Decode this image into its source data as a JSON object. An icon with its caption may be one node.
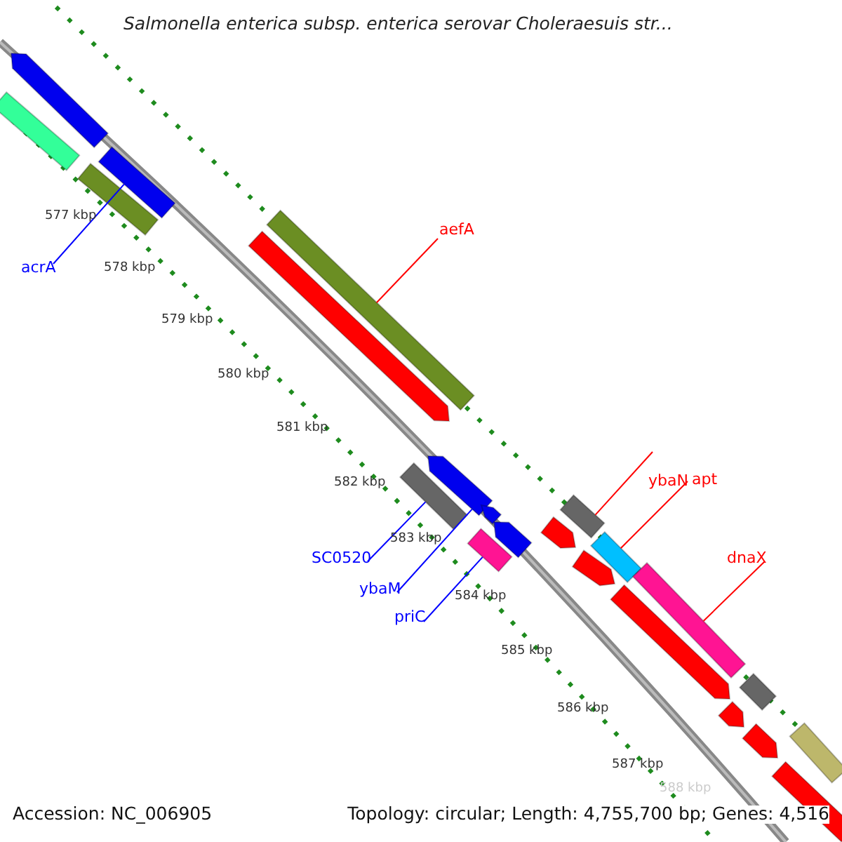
{
  "diagram": {
    "title": "Salmonella enterica subsp. enterica serovar Choleraesuis str...",
    "nodes": [
      {
        "text": [
          "acrA"
        ]
      },
      {
        "text": [
          "aefA"
        ]
      },
      {
        "text": [
          "ybaN"
        ]
      },
      {
        "text": [
          "apt"
        ]
      },
      {
        "text": [
          "dnaX"
        ]
      },
      {
        "text": [
          "SC0520"
        ]
      },
      {
        "text": [
          "ybaM"
        ]
      },
      {
        "text": [
          "priC"
        ]
      },
      {
        "text": [],
        "shape": "bar"
      },
      {
        "text": [],
        "shape": "bar"
      },
      {
        "text": [],
        "shape": "bar"
      },
      {
        "text": [],
        "shape": "bar"
      },
      {
        "text": [],
        "shape": "bar"
      },
      {
        "text": [],
        "shape": "bar"
      },
      {
        "text": [],
        "shape": "bar"
      },
      {
        "text": [],
        "shape": "bar"
      },
      {
        "text": [],
        "shape": "bar"
      },
      {
        "text": [],
        "shape": "bar"
      },
      {
        "text": [],
        "shape": "bar"
      },
      {
        "text": [],
        "shape": "bar"
      },
      {
        "text": [],
        "shape": "bar"
      },
      {
        "text": [],
        "shape": "bar"
      },
      {
        "text": [],
        "shape": "bar"
      },
      {
        "text": [],
        "shape": "bar"
      },
      {
        "text": [],
        "shape": "bar"
      },
      {
        "text": [],
        "shape": "bar"
      },
      {
        "text": [],
        "shape": "bar"
      },
      {
        "text": [],
        "shape": "bar"
      },
      {
        "text": [],
        "shape": "bar"
      },
      {
        "text": [],
        "shape": "bar"
      }
    ],
    "edges": [
      {
        "from": 0,
        "to": 10,
        "arrow": "none",
        "color": "#0000ff"
      },
      {
        "from": 1,
        "to": 12,
        "arrow": "none",
        "color": "#ff0000"
      },
      {
        "from": 2,
        "to": 19,
        "arrow": "none",
        "color": "#ff0000"
      },
      {
        "from": 3,
        "to": 21,
        "arrow": "none",
        "color": "#ff0000"
      },
      {
        "from": 4,
        "to": 23,
        "arrow": "none",
        "color": "#ff0000"
      },
      {
        "from": 5,
        "to": 14,
        "arrow": "none",
        "color": "#0000ff"
      },
      {
        "from": 6,
        "to": 15,
        "arrow": "none",
        "color": "#0000ff"
      },
      {
        "from": 7,
        "to": 18,
        "arrow": "none",
        "color": "#0000ff"
      }
    ],
    "labels": [
      "577 kbp",
      "578 kbp",
      "579 kbp",
      "580 kbp",
      "581 kbp",
      "582 kbp",
      "583 kbp",
      "584 kbp",
      "585 kbp",
      "586 kbp",
      "587 kbp",
      "588 kbp",
      "Accession: NC_006905",
      "Topology: circular; Length: 4,755,700 bp; Genes: 4,516"
    ]
  }
}
